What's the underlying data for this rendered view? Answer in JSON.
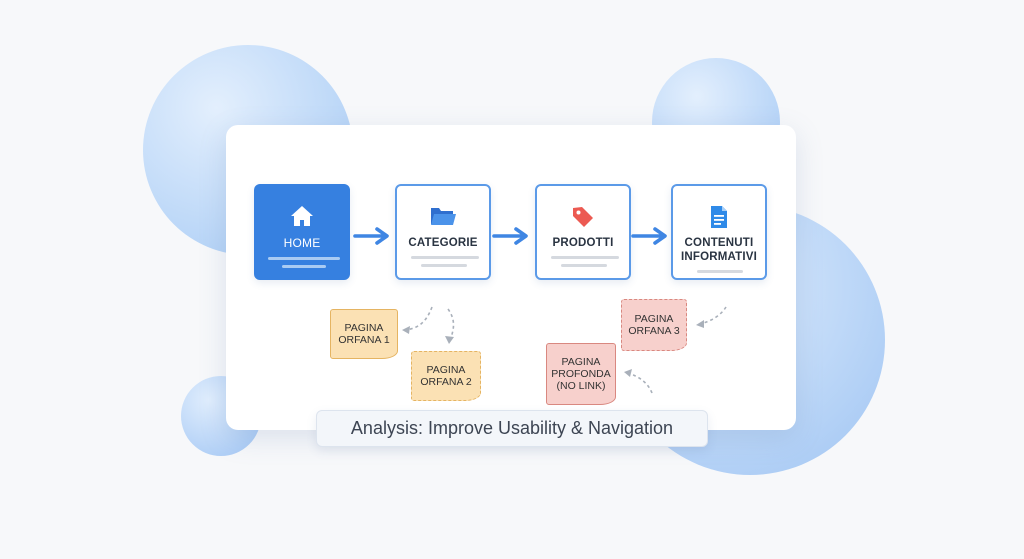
{
  "flow": {
    "nodes": [
      {
        "label": "HOME",
        "icon": "home-icon"
      },
      {
        "label": "CATEGORIE",
        "icon": "folder-icon"
      },
      {
        "label": "PRODOTTI",
        "icon": "price-tag-icon"
      },
      {
        "label": "CONTENUTI\nINFORMATIVI",
        "icon": "document-icon"
      }
    ]
  },
  "pages": {
    "orfana1": "PAGINA\nORFANA 1",
    "orfana2": "PAGINA\nORFANA 2",
    "orfana3": "PAGINA\nORFANA 3",
    "profonda": "PAGINA\nPROFONDA\n(NO LINK)"
  },
  "caption": "Analysis: Improve Usability & Navigation",
  "colors": {
    "primary_blue": "#3680e0",
    "node_border": "#5b9ae8",
    "orphan_orange": "#fbe1b4",
    "deep_red": "#f7d0cc"
  }
}
